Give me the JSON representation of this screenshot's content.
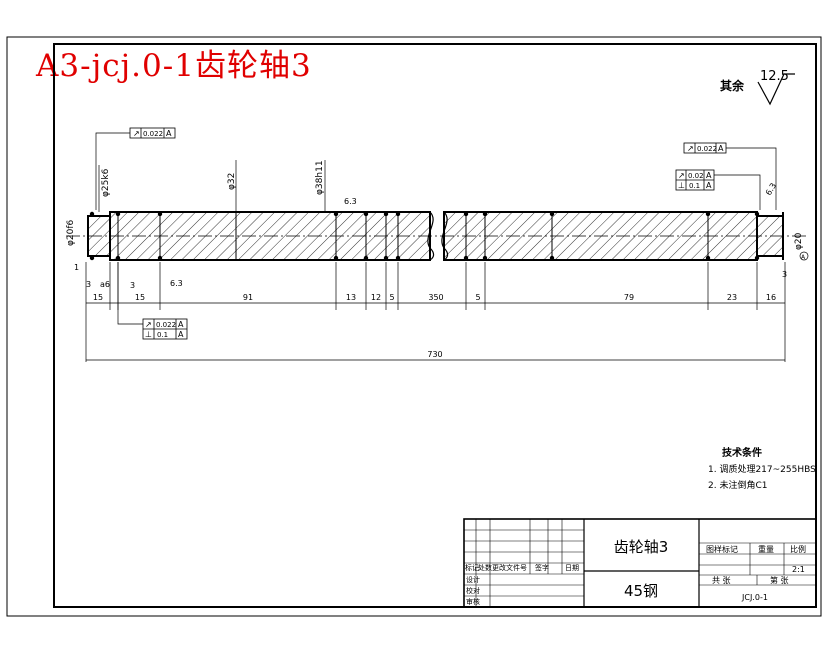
{
  "header_stamp": "A3-jcj.0-1齿轮轴3",
  "roughness": {
    "label": "其余",
    "value": "12.5"
  },
  "tolerance_frames": {
    "top_left": {
      "symbol": "↗",
      "value": "0.022",
      "datum": "A"
    },
    "top_right": {
      "symbol": "↗",
      "value": "0.022",
      "datum": "A"
    },
    "right_runout": {
      "symbol": "↗",
      "value": "0.02",
      "datum": "A"
    },
    "right_perp": {
      "symbol": "⊥",
      "value": "0.1",
      "datum": "A"
    },
    "bottom_runout": {
      "symbol": "↗",
      "value": "0.022",
      "datum": "A"
    },
    "bottom_perp": {
      "symbol": "⊥",
      "value": "0.1",
      "datum": "A"
    }
  },
  "diameters": {
    "left_end": "φ20f6",
    "d1": "φ25k6",
    "d2": "φ32",
    "d3": "φ38h11",
    "right_end": "φ20"
  },
  "small_notes": {
    "chamfer_left": "1",
    "chamfer_right": "3",
    "roughness_left": "6.3",
    "roughness_mid": "6.3",
    "roughness_right": "6.3",
    "datum": "A",
    "r1": "3",
    "r2": "a6",
    "r3": "3"
  },
  "dimensions": {
    "lengths": [
      "15",
      "15",
      "91",
      "13",
      "12",
      "5",
      "350",
      "5",
      "79",
      "23",
      "16"
    ],
    "total": "730"
  },
  "technical_requirements": {
    "title": "技术条件",
    "items": [
      "1. 调质处理217~255HBS",
      "2. 未注倒角C1"
    ]
  },
  "title_block": {
    "part_name": "齿轮轴3",
    "material": "45钢",
    "drawing_no": "JCJ.0-1",
    "stage_label": "图样标记",
    "weight_label": "重量",
    "scale_label": "比例",
    "scale_value": "2:1",
    "sheet_total": "共 张",
    "sheet_no": "第 张",
    "rev_headers": [
      "标记",
      "处数",
      "更改文件号",
      "签字",
      "日期"
    ],
    "role_labels": [
      "设计",
      "校对",
      "审核"
    ]
  }
}
